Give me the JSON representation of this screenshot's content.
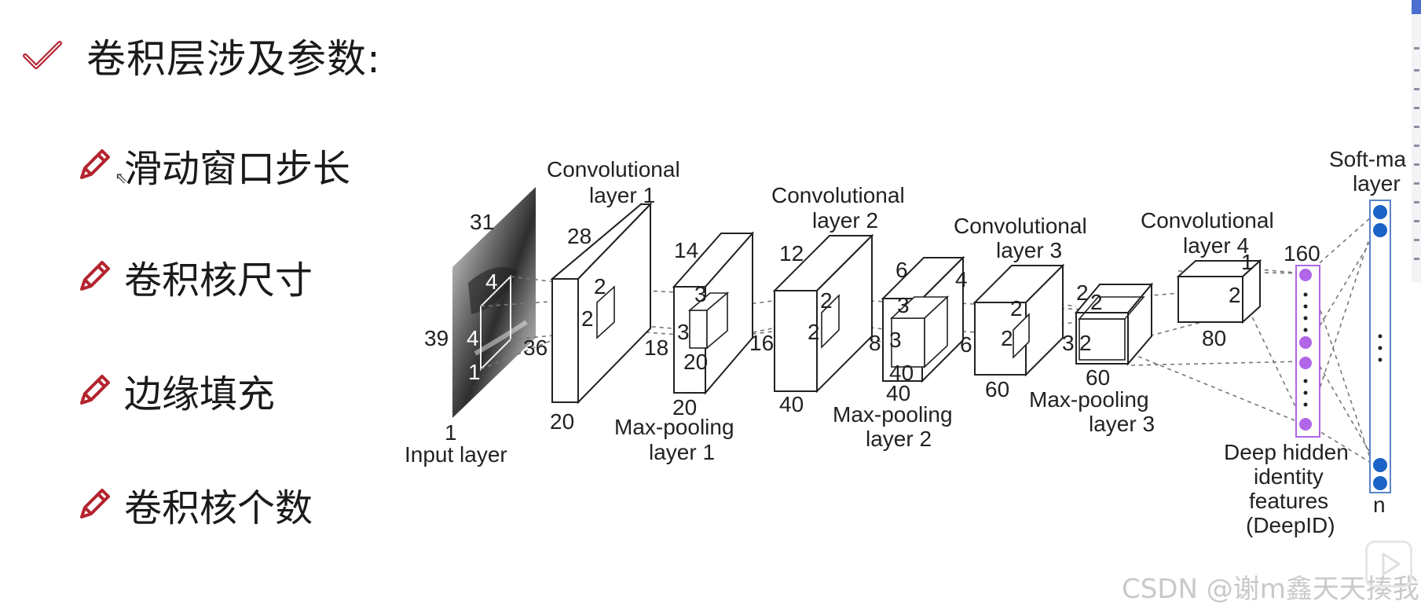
{
  "heading": {
    "title": "卷积层涉及参数:"
  },
  "bullets": [
    {
      "label": "滑动窗口步长"
    },
    {
      "label": "卷积核尺寸"
    },
    {
      "label": "边缘填充"
    },
    {
      "label": "卷积核个数"
    }
  ],
  "diagram": {
    "input": {
      "name": "Input layer",
      "height": "39",
      "width": "31",
      "depth": "1",
      "k1": "4",
      "k2": "4",
      "k3": "1"
    },
    "conv1": {
      "name1": "Convolutional",
      "name2": "layer 1",
      "h": "36",
      "w": "28",
      "d": "20",
      "k1": "2",
      "k2": "2"
    },
    "pool1": {
      "name1": "Max-pooling",
      "name2": "layer 1",
      "h": "18",
      "w": "14",
      "d": "20",
      "k1": "3",
      "k2": "3",
      "k3": "20"
    },
    "conv2": {
      "name1": "Convolutional",
      "name2": "layer 2",
      "h": "16",
      "w": "12",
      "d": "40",
      "k1": "2",
      "k2": "2"
    },
    "pool2": {
      "name1": "Max-pooling",
      "name2": "layer 2",
      "h": "8",
      "w": "6",
      "d": "40",
      "k1": "3",
      "k2": "3",
      "k3": "40"
    },
    "conv3": {
      "name1": "Convolutional",
      "name2": "layer 3",
      "h": "6",
      "w": "4",
      "d": "60",
      "k1": "2",
      "k2": "2"
    },
    "pool3": {
      "name1": "Max-pooling",
      "name2": "layer 3",
      "h": "3",
      "w": "2",
      "d": "60",
      "k1": "2",
      "k2": "2"
    },
    "conv4": {
      "name1": "Convolutional",
      "name2": "layer 4",
      "h": "2",
      "w": "1",
      "d": "80"
    },
    "deepid": {
      "size": "160",
      "line1": "Deep hidden",
      "line2": "identity",
      "line3": "features",
      "line4": "(DeepID)"
    },
    "softmax": {
      "line1": "Soft-ma",
      "line2": "layer",
      "n": "n"
    }
  },
  "watermark": "CSDN @谢m鑫天天揍我",
  "colors": {
    "check": "#b3242e",
    "pencil": "#b3242e",
    "purple": "#b066e6",
    "blue": "#1b63c6"
  }
}
